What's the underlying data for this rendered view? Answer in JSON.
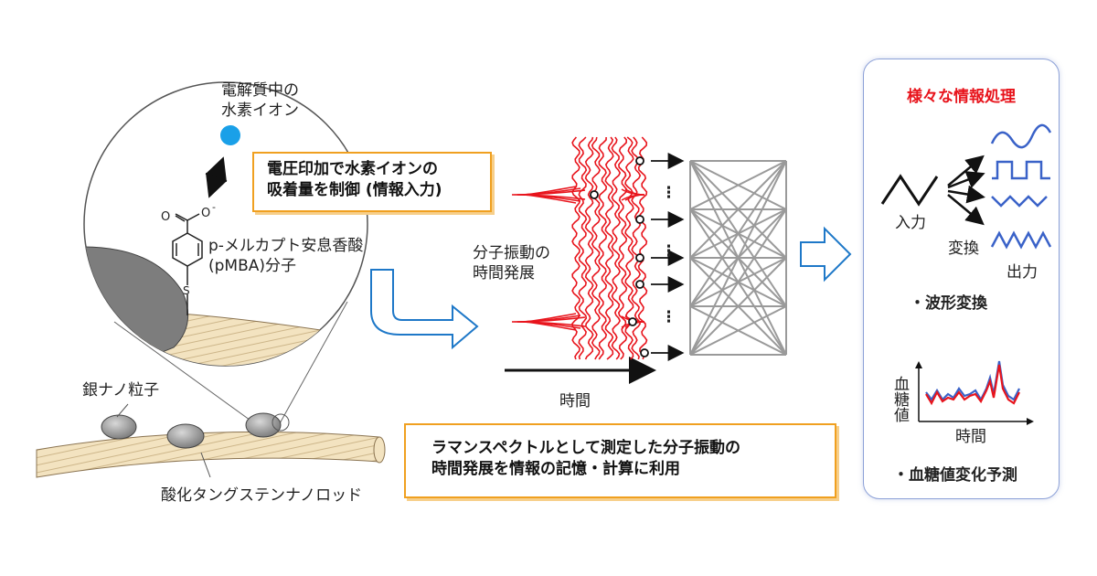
{
  "labels": {
    "hydrogen_ion": [
      "電解質中の",
      "水素イオン"
    ],
    "voltage_box": [
      "電圧印加で水素イオンの",
      "吸着量を制御 (情報入力)"
    ],
    "molecule": [
      "p-メルカプト安息香酸",
      "(pMBA)分子"
    ],
    "silver": "銀ナノ粒子",
    "rod": "酸化タングステンナノロッド",
    "vibration": [
      "分子振動の",
      "時間発展"
    ],
    "time_axis": "時間",
    "raman_box": [
      "ラマンスペクトルとして測定した分子振動の",
      "時間発展を情報の記憶・計算に利用"
    ],
    "chem_o": "O",
    "chem_o_minus": "O",
    "chem_minus": "-",
    "chem_s": "S",
    "dots": "⋮"
  },
  "panel": {
    "title": "様々な情報処理",
    "input": "入力",
    "transform": "変換",
    "output": "出力",
    "task1": "・波形変換",
    "ylabel": "血糖値",
    "xlabel": "時間",
    "task2": "・血糖値変化予測"
  },
  "colors": {
    "orange_border": "#f0a020",
    "red_title": "#e8141c",
    "blue_wave": "#3a62c8",
    "red_spectrum": "#e8141c",
    "ion": "#1aa0e8"
  }
}
